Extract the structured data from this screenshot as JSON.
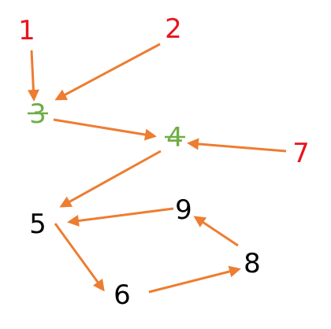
{
  "colors": {
    "arrow": "#ED7D31",
    "source": "#E8141F",
    "struck": "#70AD47",
    "normal": "#000000"
  },
  "nodes": [
    {
      "id": "n1",
      "label": "1",
      "style": "source"
    },
    {
      "id": "n2",
      "label": "2",
      "style": "source"
    },
    {
      "id": "n3",
      "label": "3",
      "style": "struck"
    },
    {
      "id": "n4",
      "label": "4",
      "style": "struck"
    },
    {
      "id": "n5",
      "label": "5",
      "style": "normal"
    },
    {
      "id": "n6",
      "label": "6",
      "style": "normal"
    },
    {
      "id": "n7",
      "label": "7",
      "style": "source"
    },
    {
      "id": "n8",
      "label": "8",
      "style": "normal"
    },
    {
      "id": "n9",
      "label": "9",
      "style": "normal"
    }
  ],
  "edges": [
    {
      "from": "n1",
      "to": "n3"
    },
    {
      "from": "n2",
      "to": "n3"
    },
    {
      "from": "n3",
      "to": "n4"
    },
    {
      "from": "n7",
      "to": "n4"
    },
    {
      "from": "n4",
      "to": "n5"
    },
    {
      "from": "n9",
      "to": "n5"
    },
    {
      "from": "n5",
      "to": "n6"
    },
    {
      "from": "n6",
      "to": "n8"
    },
    {
      "from": "n8",
      "to": "n9"
    }
  ]
}
